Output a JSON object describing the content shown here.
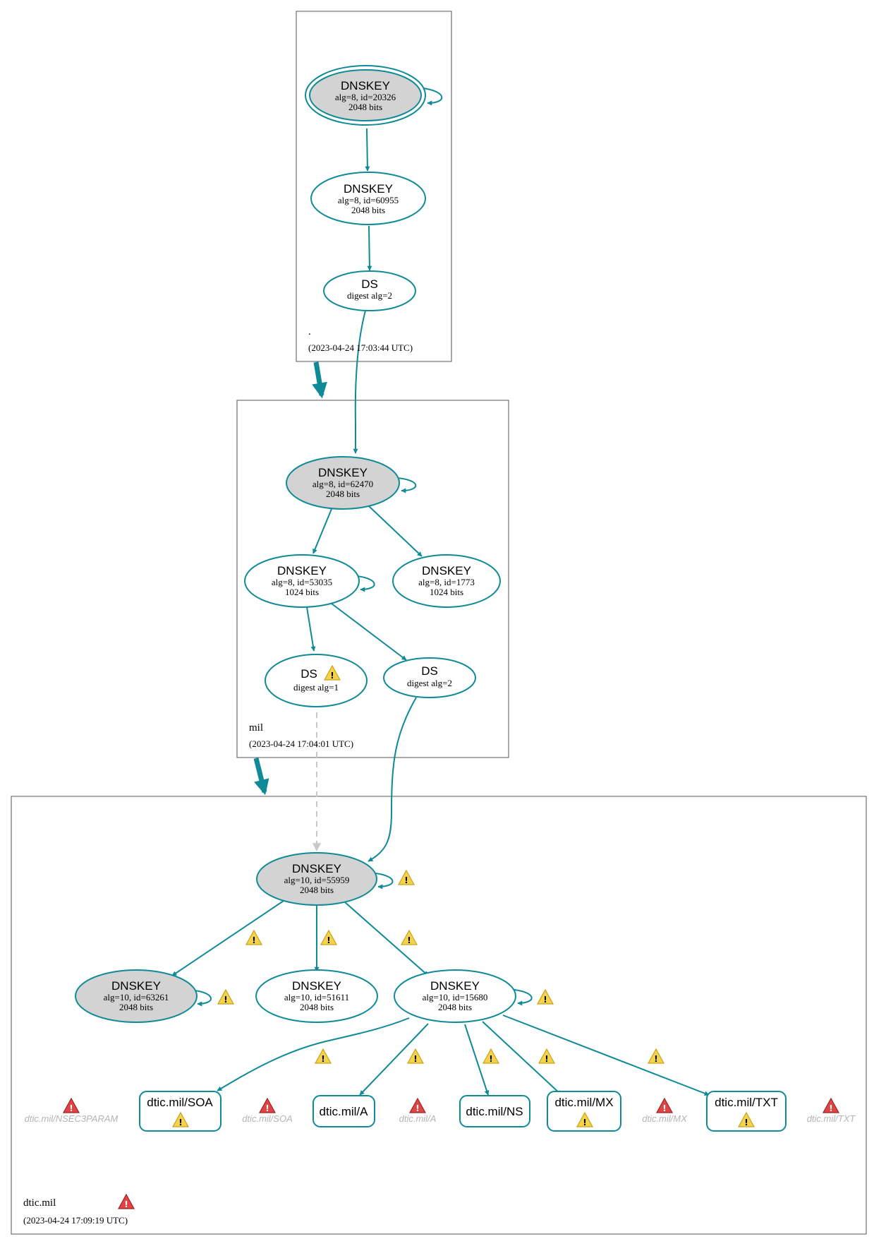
{
  "colors": {
    "edge": "#0f8a96",
    "key_fill_sep": "#d3d3d3",
    "warning": "#f3d34a",
    "error": "#e04545",
    "missing_text": "#b4b4b4",
    "insecure_edge": "#c8c8c8"
  },
  "zones": {
    "root": {
      "name": ".",
      "timestamp": "(2023-04-24 17:03:44 UTC)"
    },
    "mil": {
      "name": "mil",
      "timestamp": "(2023-04-24 17:04:01 UTC)"
    },
    "dtic": {
      "name": "dtic.mil",
      "timestamp": "(2023-04-24 17:09:19 UTC)"
    }
  },
  "nodes": {
    "root_ksk": {
      "type": "DNSKEY",
      "line1": "alg=8, id=20326",
      "line2": "2048 bits"
    },
    "root_zsk": {
      "type": "DNSKEY",
      "line1": "alg=8, id=60955",
      "line2": "2048 bits"
    },
    "root_ds": {
      "type": "DS",
      "line1": "digest alg=2"
    },
    "mil_ksk": {
      "type": "DNSKEY",
      "line1": "alg=8, id=62470",
      "line2": "2048 bits"
    },
    "mil_zsk1": {
      "type": "DNSKEY",
      "line1": "alg=8, id=53035",
      "line2": "1024 bits"
    },
    "mil_zsk2": {
      "type": "DNSKEY",
      "line1": "alg=8, id=1773",
      "line2": "1024 bits"
    },
    "mil_ds1": {
      "type": "DS",
      "line1": "digest alg=1"
    },
    "mil_ds2": {
      "type": "DS",
      "line1": "digest alg=2"
    },
    "dtic_ksk": {
      "type": "DNSKEY",
      "line1": "alg=10, id=55959",
      "line2": "2048 bits"
    },
    "dtic_k63261": {
      "type": "DNSKEY",
      "line1": "alg=10, id=63261",
      "line2": "2048 bits"
    },
    "dtic_k51611": {
      "type": "DNSKEY",
      "line1": "alg=10, id=51611",
      "line2": "2048 bits"
    },
    "dtic_k15680": {
      "type": "DNSKEY",
      "line1": "alg=10, id=15680",
      "line2": "2048 bits"
    }
  },
  "rrsets": {
    "soa": "dtic.mil/SOA",
    "a": "dtic.mil/A",
    "ns": "dtic.mil/NS",
    "mx": "dtic.mil/MX",
    "txt": "dtic.mil/TXT"
  },
  "missing": {
    "nsec3param": "dtic.mil/NSEC3PARAM",
    "soa": "dtic.mil/SOA",
    "a": "dtic.mil/A",
    "mx": "dtic.mil/MX",
    "txt": "dtic.mil/TXT"
  }
}
